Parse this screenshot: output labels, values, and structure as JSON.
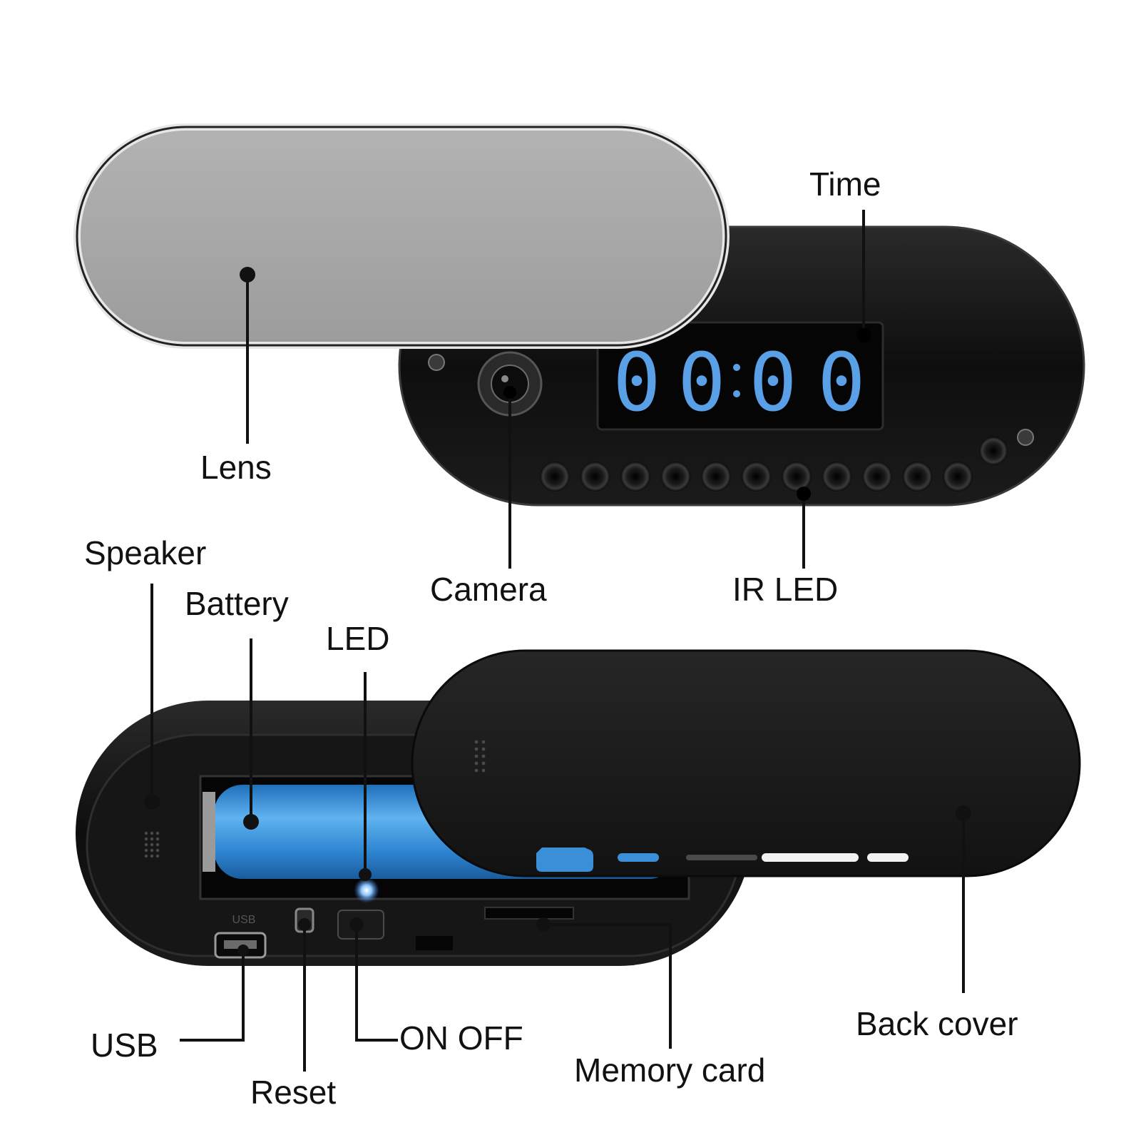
{
  "labels": {
    "time": "Time",
    "lens": "Lens",
    "speaker": "Speaker",
    "battery": "Battery",
    "led": "LED",
    "camera": "Camera",
    "ir_led": "IR LED",
    "usb": "USB",
    "reset": "Reset",
    "on_off": "ON OFF",
    "memory_card": "Memory card",
    "back_cover": "Back cover"
  },
  "display": {
    "digits": [
      "0",
      "0",
      "0",
      "0"
    ],
    "color": "#5aa0e6"
  },
  "port_text": {
    "usb_mark": "USB"
  },
  "colors": {
    "body": "#141414",
    "lens": "#a8a8a8",
    "battery": "#3a8fd8",
    "back_cover": "#1a1a1a",
    "leader": "#111111"
  }
}
